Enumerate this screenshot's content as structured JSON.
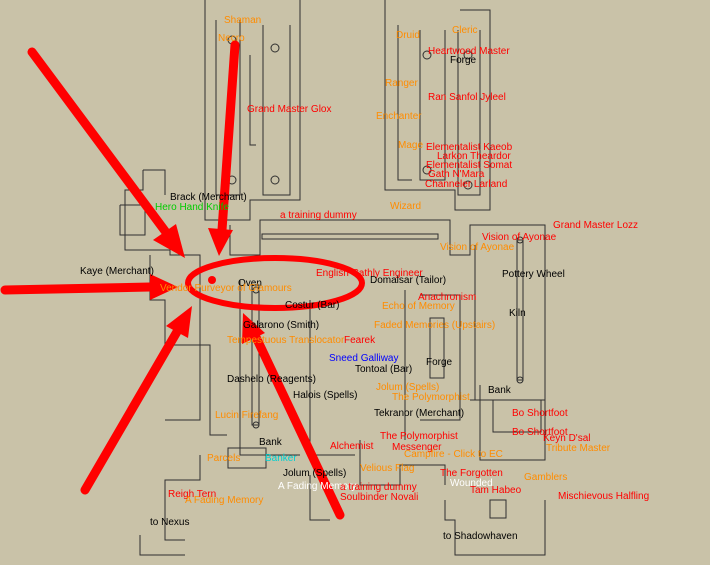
{
  "colors": {
    "background": "#c9c2a8",
    "wall": "#2f2f2f",
    "npc_red": "#ff0000",
    "npc_orange": "#ff8c00",
    "annotation_arrow": "#ff0000"
  },
  "icons": {
    "arrow": "red-annotation-arrow",
    "ellipse": "red-annotation-ellipse",
    "marker": "red-location-dot"
  },
  "labels": {
    "shaman": "Shaman",
    "necro": "Necro",
    "druid": "Druid",
    "cleric": "Cleric",
    "heartwood": "Heartwood Master",
    "forge_top": "Forge",
    "ranger": "Ranger",
    "ran_gnawfol": "Ran Sanfol Jyleel",
    "enchanter": "Enchanter",
    "mage": "Mage",
    "elementalist_kaeob": "Elementalist Kaeob",
    "larkon": "Larkon Theardor",
    "elementalist_somat": "Elementalist Somat",
    "gath": "Gath N'Mara",
    "channeler": "Channeler Larland",
    "wizard": "Wizard",
    "grand_master_glox": "Grand Master Glox",
    "brack": "Brack (Merchant)",
    "kaye": "Kaye (Merchant)",
    "training_dummy_top": "a training dummy",
    "vision_ayonae": "Vision of Ayonae",
    "grand_master_lozz": "Grand Master Lozz",
    "pottery_wheel": "Pottery Wheel",
    "kiln": "Kiln",
    "oven": "Oven",
    "domalsar": "Domalsar (Tailor)",
    "english_engineer": "English Cathly Engineer",
    "anachronism": "Anachronism",
    "echo_memory": "Echo of Memory",
    "faded_memories": "Faded Memories (Upstairs)",
    "purveyor": "Vendor Purveyor of Glamours",
    "galarono": "Galarono (Smith)",
    "tempestuous": "Tempestuous Translocator",
    "sneed": "Sneed Galliway",
    "tontoal": "Tontoal (Bar)",
    "dashelo": "Dashelo (Reagents)",
    "halois": "Halois (Spells)",
    "polymorphist": "The Polymorphist",
    "tekranor": "Tekranor (Merchant)",
    "forge_mid": "Forge",
    "bank_right": "Bank",
    "to_shortfoot": "Bo Shortfoot",
    "keyn": "Keyn D'sal",
    "tribute_master": "Tribute Master",
    "bank_left": "Bank",
    "jolum": "Jolum (Spells)",
    "fading_memory": "A Fading Memory",
    "velious_flag": "Velious Flag",
    "campfire": "Campfire - Click to EC",
    "forgotten": "The Forgotten",
    "wounded": "Wounded",
    "gamblers": "Gamblers",
    "mischievous": "Mischievous Halfling",
    "training_dummy_bottom": "a training dummy",
    "soulbinder": "Soulbinder Novali",
    "reigh": "Reigh Tern",
    "to_nexus": "to Nexus",
    "to_shadowhaven": "to Shadowhaven",
    "glamours_bar": "Costur (Bar)",
    "lucin": "Lucin Firefang",
    "alchemist": "Alchemist",
    "parcels": "Parcels",
    "banker": "Banker",
    "tam_habeo": "Tam Habeo",
    "messenger": "Messenger",
    "hero": "Hero Hand Knife"
  }
}
